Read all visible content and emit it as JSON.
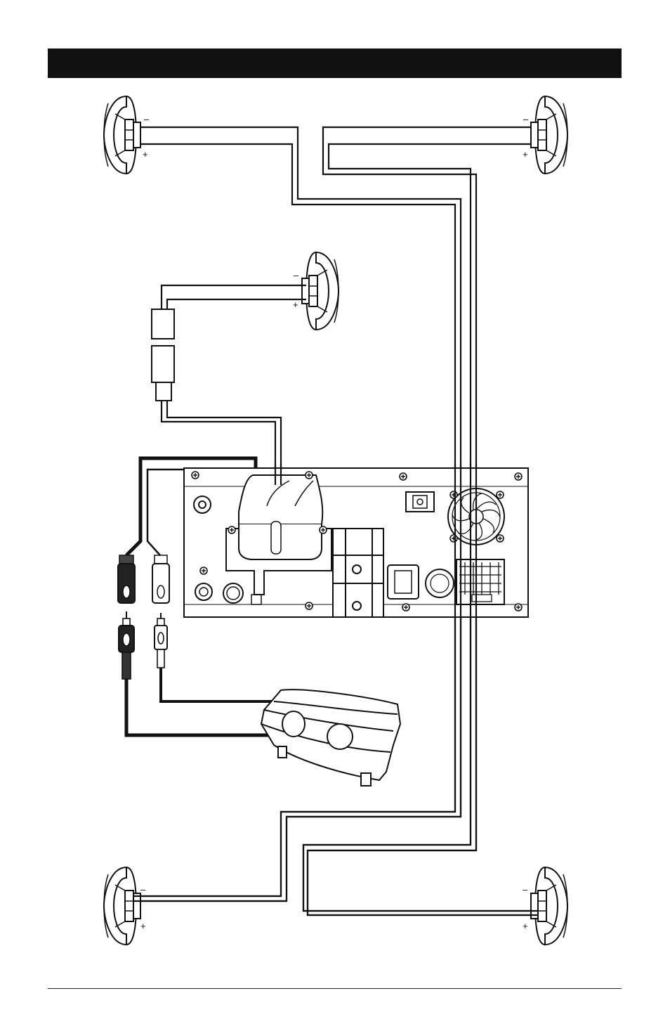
{
  "header": {
    "title": ""
  },
  "speakers": [
    {
      "id": "front-left",
      "neg_label": "–",
      "pos_label": "+"
    },
    {
      "id": "front-right",
      "neg_label": "–",
      "pos_label": "+"
    },
    {
      "id": "center",
      "neg_label": "–",
      "pos_label": "+"
    },
    {
      "id": "rear-left",
      "neg_label": "–",
      "pos_label": "+"
    },
    {
      "id": "rear-right",
      "neg_label": "–",
      "pos_label": "+"
    }
  ],
  "colors": {
    "wire": "#111111",
    "ink": "#111111",
    "paper": "#ffffff",
    "header": "#111111"
  },
  "icons": [
    "speaker-icon",
    "head-unit-icon",
    "amplifier-icon",
    "rca-connector-icon",
    "fan-icon",
    "inline-filter-icon"
  ]
}
